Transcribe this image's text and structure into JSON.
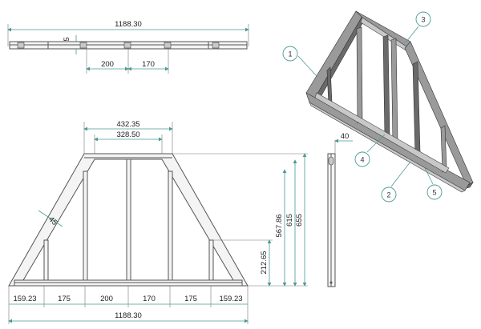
{
  "top_view": {
    "overall_length": "1188.30",
    "thickness": "5",
    "gap_center": "200",
    "gap_right": "170"
  },
  "front_view": {
    "top_outer": "432.35",
    "top_inner": "328.50",
    "height_1": "567.86",
    "height_2": "615",
    "height_3": "655",
    "height_low": "212.65",
    "angle": "45",
    "bottom_segments": [
      "159.23",
      "175",
      "200",
      "170",
      "175",
      "159.23"
    ],
    "overall_length": "1188.30"
  },
  "side_view": {
    "width": "40"
  },
  "callouts": [
    "1",
    "2",
    "3",
    "4",
    "5"
  ]
}
